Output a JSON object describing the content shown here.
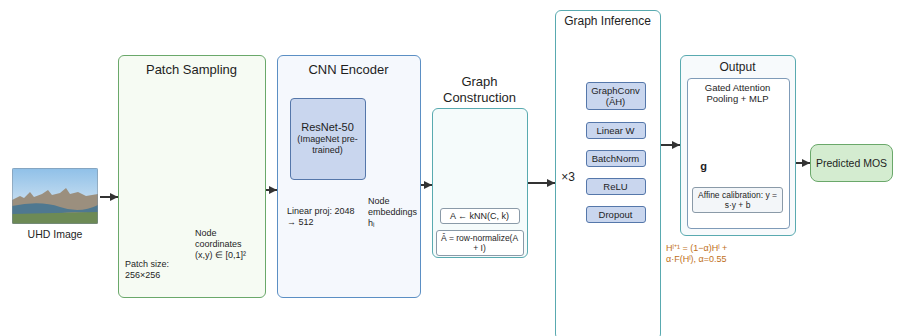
{
  "diagram": {
    "nodes": [
      {
        "text": [
          "UHD Image"
        ]
      },
      {
        "text": [
          "Patch Sampling",
          "Patch size: 256×256",
          "Node coordinates (x,y) ∈ [0,1]²"
        ]
      },
      {
        "text": [
          "CNN Encoder",
          "Linear proj: 2048 → 512",
          "Node embeddings hᵢ"
        ]
      },
      {
        "text": [
          "ResNet-50",
          "(ImageNet pre-trained)"
        ],
        "in": 2
      },
      {
        "text": [
          "Graph Construction"
        ]
      },
      {
        "text": [
          "A ← kNN(C, k)"
        ],
        "in": 4
      },
      {
        "text": [
          "Â = row-normalize(A + I)"
        ],
        "in": 4
      },
      {
        "text": [
          "Graph Inference",
          "×3",
          "Hˡ⁺¹ = (1−α)Hˡ + α·F(Hˡ), α=0.55"
        ]
      },
      {
        "text": [
          "GraphConv (ÂH)"
        ],
        "in": 7
      },
      {
        "text": [
          "Linear W"
        ],
        "in": 7
      },
      {
        "text": [
          "BatchNorm"
        ],
        "in": 7
      },
      {
        "text": [
          "ReLU"
        ],
        "in": 7
      },
      {
        "text": [
          "Dropout"
        ],
        "in": 7
      },
      {
        "text": [
          "Output"
        ]
      },
      {
        "text": [
          "Gated Attention Pooling + MLP",
          "g"
        ],
        "in": 13
      },
      {
        "text": [
          "Affine calibration: y = s·y + b"
        ],
        "in": 14
      },
      {
        "text": [
          "Predicted MOS"
        ]
      }
    ],
    "edges": [
      {
        "from": 0,
        "to": 1,
        "arrow": "to"
      },
      {
        "from": 1,
        "to": 2,
        "arrow": "to"
      },
      {
        "from": 2,
        "to": 4,
        "arrow": "to"
      },
      {
        "from": 4,
        "to": 7,
        "arrow": "to"
      },
      {
        "from": 7,
        "to": 13,
        "arrow": "to"
      },
      {
        "from": 13,
        "to": 16,
        "arrow": "to"
      },
      {
        "from": 8,
        "to": 9,
        "arrow": "to"
      },
      {
        "from": 9,
        "to": 10,
        "arrow": "to"
      },
      {
        "from": 10,
        "to": 11,
        "arrow": "to"
      },
      {
        "from": 11,
        "to": 12,
        "arrow": "to"
      }
    ]
  }
}
